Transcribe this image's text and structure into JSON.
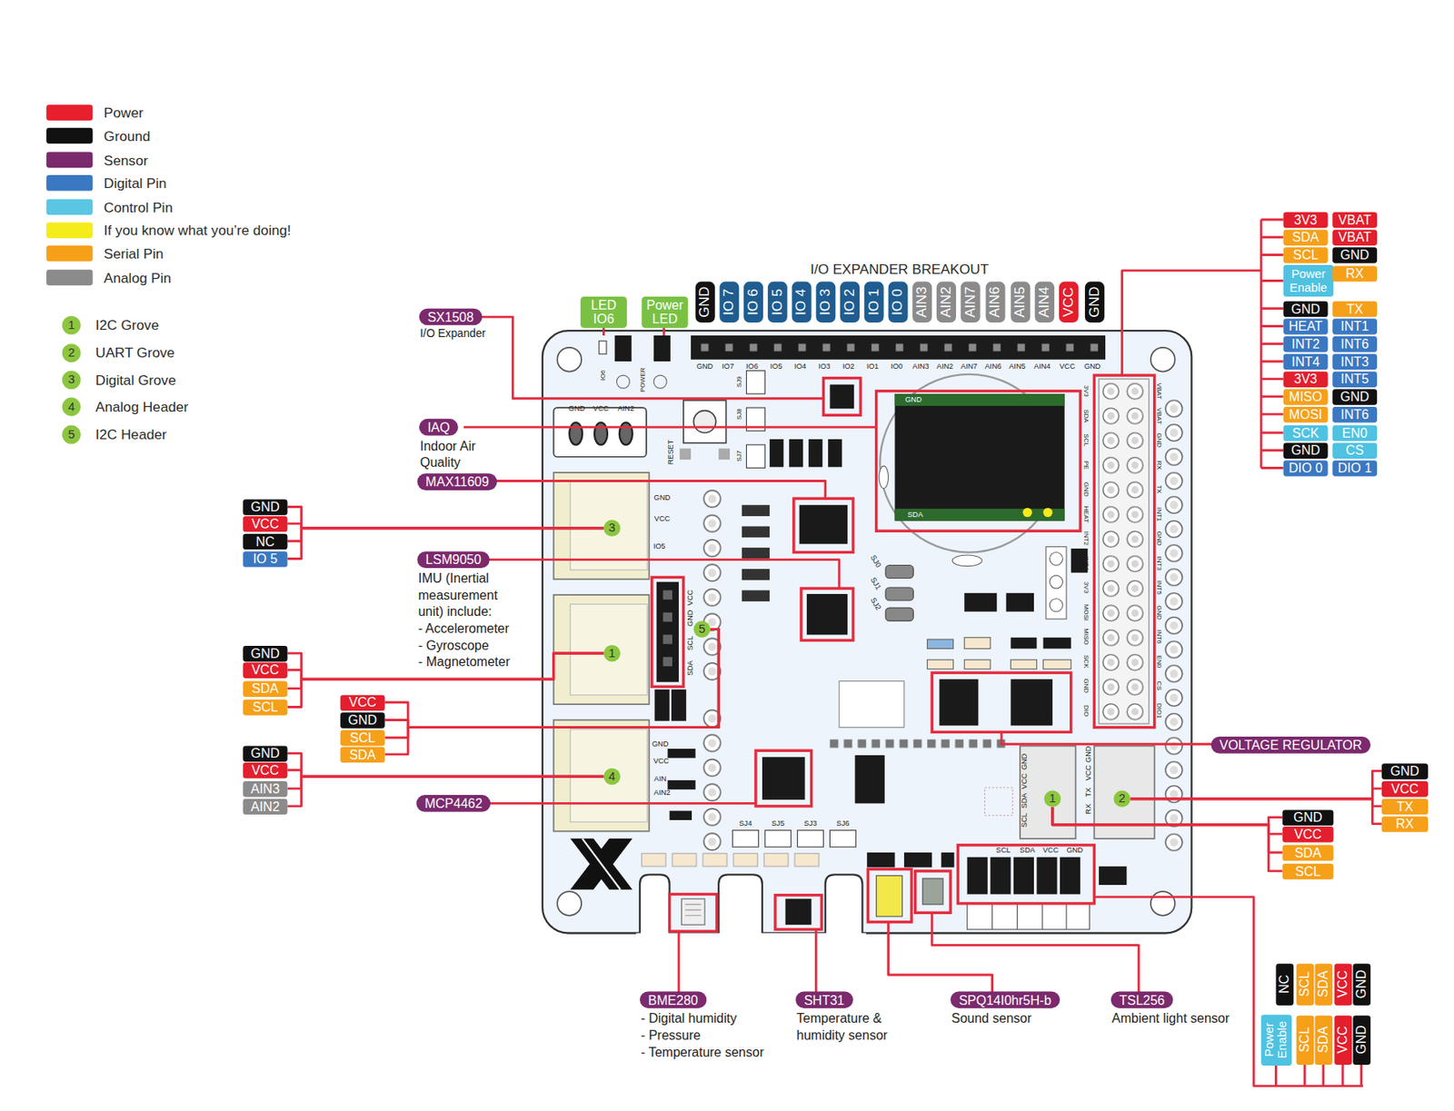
{
  "diagram": {
    "nodes": [
      {
        "text": [
          "1",
          "I2C Grove"
        ]
      },
      {
        "text": [
          "2",
          "UART Grove"
        ]
      },
      {
        "text": [
          "3",
          "Digital Grove"
        ]
      },
      {
        "text": [
          "4",
          "Analog Header"
        ]
      },
      {
        "text": [
          "5",
          "I2C Header"
        ]
      },
      {
        "text": [
          "LED IO6"
        ]
      },
      {
        "text": [
          "Power LED"
        ]
      },
      {
        "text": [
          "GND"
        ]
      },
      {
        "text": [
          "IO 7"
        ]
      },
      {
        "text": [
          "IO 6"
        ]
      },
      {
        "text": [
          "IO 5"
        ]
      },
      {
        "text": [
          "IO 4"
        ]
      },
      {
        "text": [
          "IO 3"
        ]
      },
      {
        "text": [
          "IO 2"
        ]
      },
      {
        "text": [
          "IO 1"
        ]
      },
      {
        "text": [
          "IO 0"
        ]
      },
      {
        "text": [
          "AIN3"
        ]
      },
      {
        "text": [
          "AIN2"
        ]
      },
      {
        "text": [
          "AIN7"
        ]
      },
      {
        "text": [
          "AIN6"
        ]
      },
      {
        "text": [
          "AIN5"
        ]
      },
      {
        "text": [
          "AIN4"
        ]
      },
      {
        "text": [
          "VCC"
        ]
      },
      {
        "text": [
          "GND"
        ]
      },
      {
        "text": [
          "SX1508",
          "I/O Expander"
        ]
      },
      {
        "text": [
          "IAQ",
          "Indoor Air Quality"
        ]
      },
      {
        "text": [
          "MAX11609"
        ]
      },
      {
        "text": [
          "LSM9050",
          "IMU (Inertial measurement unit) include:",
          "- Accelerometer",
          "- Gyroscope",
          "- Magnetometer"
        ]
      },
      {
        "text": [
          "MCP4462"
        ]
      },
      {
        "text": [
          "VOLTAGE REGULATOR"
        ]
      },
      {
        "text": [
          "BME280",
          "- Digital humidity",
          "- Pressure",
          "- Temperature sensor"
        ]
      },
      {
        "text": [
          "SHT31",
          "Temperature & humidity sensor"
        ]
      },
      {
        "text": [
          "SPQ14I0hr5H-b",
          "Sound sensor"
        ]
      },
      {
        "text": [
          "TSL256",
          "Ambient light sensor"
        ]
      },
      {
        "text": [
          "3"
        ]
      },
      {
        "text": [
          "1"
        ]
      },
      {
        "text": [
          "5"
        ]
      },
      {
        "text": [
          "4"
        ]
      },
      {
        "text": [
          "1"
        ]
      },
      {
        "text": [
          "2"
        ]
      },
      {
        "text": [
          "GND"
        ]
      },
      {
        "text": [
          "VCC"
        ]
      },
      {
        "text": [
          "NC"
        ]
      },
      {
        "text": [
          "IO 5"
        ]
      },
      {
        "text": [
          "GND"
        ]
      },
      {
        "text": [
          "VCC"
        ]
      },
      {
        "text": [
          "SDA"
        ]
      },
      {
        "text": [
          "SCL"
        ]
      },
      {
        "text": [
          "VCC"
        ]
      },
      {
        "text": [
          "GND"
        ]
      },
      {
        "text": [
          "SCL"
        ]
      },
      {
        "text": [
          "SDA"
        ]
      },
      {
        "text": [
          "GND"
        ]
      },
      {
        "text": [
          "VCC"
        ]
      },
      {
        "text": [
          "AIN3"
        ]
      },
      {
        "text": [
          "AIN2"
        ]
      },
      {
        "text": [
          "GND"
        ]
      },
      {
        "text": [
          "VCC"
        ]
      },
      {
        "text": [
          "TX"
        ]
      },
      {
        "text": [
          "RX"
        ]
      },
      {
        "text": [
          "GND"
        ]
      },
      {
        "text": [
          "VCC"
        ]
      },
      {
        "text": [
          "SDA"
        ]
      },
      {
        "text": [
          "SCL"
        ]
      },
      {
        "text": [
          "3V3"
        ]
      },
      {
        "text": [
          "VBAT"
        ]
      },
      {
        "text": [
          "SDA"
        ]
      },
      {
        "text": [
          "VBAT"
        ]
      },
      {
        "text": [
          "SCL"
        ]
      },
      {
        "text": [
          "GND"
        ]
      },
      {
        "text": [
          "Power Enable"
        ]
      },
      {
        "text": [
          "RX"
        ]
      },
      {
        "text": [
          "GND"
        ]
      },
      {
        "text": [
          "TX"
        ]
      },
      {
        "text": [
          "HEAT"
        ]
      },
      {
        "text": [
          "INT1"
        ]
      },
      {
        "text": [
          "INT2"
        ]
      },
      {
        "text": [
          "INT6"
        ]
      },
      {
        "text": [
          "INT4"
        ]
      },
      {
        "text": [
          "INT3"
        ]
      },
      {
        "text": [
          "3V3"
        ]
      },
      {
        "text": [
          "INT5"
        ]
      },
      {
        "text": [
          "MISO"
        ]
      },
      {
        "text": [
          "GND"
        ]
      },
      {
        "text": [
          "MOSI"
        ]
      },
      {
        "text": [
          "INT6"
        ]
      },
      {
        "text": [
          "SCK"
        ]
      },
      {
        "text": [
          "EN0"
        ]
      },
      {
        "text": [
          "GND"
        ]
      },
      {
        "text": [
          "CS"
        ]
      },
      {
        "text": [
          "DIO 0"
        ]
      },
      {
        "text": [
          "DIO 1"
        ]
      },
      {
        "text": [
          "NC"
        ]
      },
      {
        "text": [
          "SCL"
        ]
      },
      {
        "text": [
          "SDA"
        ]
      },
      {
        "text": [
          "VCC"
        ]
      },
      {
        "text": [
          "GND"
        ]
      },
      {
        "text": [
          "Power Enable"
        ]
      },
      {
        "text": [
          "SCL"
        ]
      },
      {
        "text": [
          "SDA"
        ]
      },
      {
        "text": [
          "VCC"
        ]
      },
      {
        "text": [
          "GND"
        ]
      }
    ],
    "edges": [
      {
        "from": 40,
        "to": 34,
        "arrow": "none"
      },
      {
        "from": 41,
        "to": 34,
        "arrow": "none"
      },
      {
        "from": 42,
        "to": 34,
        "arrow": "none"
      },
      {
        "from": 43,
        "to": 34,
        "arrow": "none"
      },
      {
        "from": 44,
        "to": 35,
        "arrow": "none"
      },
      {
        "from": 45,
        "to": 35,
        "arrow": "none"
      },
      {
        "from": 46,
        "to": 35,
        "arrow": "none"
      },
      {
        "from": 47,
        "to": 35,
        "arrow": "none"
      },
      {
        "from": 48,
        "to": 36,
        "arrow": "none"
      },
      {
        "from": 49,
        "to": 36,
        "arrow": "none"
      },
      {
        "from": 50,
        "to": 36,
        "arrow": "none"
      },
      {
        "from": 51,
        "to": 36,
        "arrow": "none"
      },
      {
        "from": 52,
        "to": 37,
        "arrow": "none"
      },
      {
        "from": 53,
        "to": 37,
        "arrow": "none"
      },
      {
        "from": 54,
        "to": 37,
        "arrow": "none"
      },
      {
        "from": 55,
        "to": 37,
        "arrow": "none"
      },
      {
        "from": 56,
        "to": 39,
        "arrow": "none"
      },
      {
        "from": 57,
        "to": 39,
        "arrow": "none"
      },
      {
        "from": 58,
        "to": 39,
        "arrow": "none"
      },
      {
        "from": 59,
        "to": 39,
        "arrow": "none"
      },
      {
        "from": 60,
        "to": 38,
        "arrow": "none"
      },
      {
        "from": 61,
        "to": 38,
        "arrow": "none"
      },
      {
        "from": 62,
        "to": 38,
        "arrow": "none"
      },
      {
        "from": 63,
        "to": 38,
        "arrow": "none"
      }
    ],
    "labels": [
      "I/O EXPANDER BREAKOUT",
      "GND",
      "IO7",
      "IO6",
      "IO5",
      "IO4",
      "IO3",
      "IO2",
      "IO1",
      "IO0",
      "AIN3",
      "AIN2",
      "AIN7",
      "AIN6",
      "AIN5",
      "AIN4",
      "VCC",
      "GND",
      "GND",
      "VCC",
      "AIN2",
      "IO6",
      "POWER",
      "RESET",
      "SJ9",
      "SJ8",
      "SJ7",
      "GND",
      "SDA",
      "GND",
      "VCC",
      "IO5",
      "VCC",
      "GND",
      "SCL",
      "SDA",
      "GND",
      "VCC",
      "AIN",
      "AIN2",
      "SJ4",
      "SJ5",
      "SJ3",
      "SJ6",
      "SJ0",
      "SJ1",
      "SJ2",
      "SCL",
      "SDA",
      "VCC",
      "GND",
      "GND",
      "VCC",
      "SDA",
      "SCL",
      "GND",
      "VCC",
      "TX",
      "RX",
      "3V3",
      "SDA",
      "SCL",
      "PE",
      "GND",
      "HEAT",
      "INT2",
      "INT4",
      "3V3",
      "MOSI",
      "MISO",
      "SCK",
      "GND",
      "DIO",
      "VBAT",
      "VBAT",
      "GND",
      "RX",
      "TX",
      "INT1",
      "GND",
      "INT3",
      "INT5",
      "GND",
      "INT6",
      "EN0",
      "CS",
      "DIO1"
    ],
    "legend": [
      {
        "text": "Power",
        "color": "#e8202e"
      },
      {
        "text": "Ground",
        "color": "#111111"
      },
      {
        "text": "Sensor",
        "color": "#7b2a6d"
      },
      {
        "text": "Digital Pin",
        "color": "#3b78c2"
      },
      {
        "text": "Control Pin",
        "color": "#5ac6e4"
      },
      {
        "text": "If you know what you’re doing!",
        "color": "#f5ec1c"
      },
      {
        "text": "Serial Pin",
        "color": "#f6a01a"
      },
      {
        "text": "Analog Pin",
        "color": "#8b8b8b"
      }
    ]
  }
}
